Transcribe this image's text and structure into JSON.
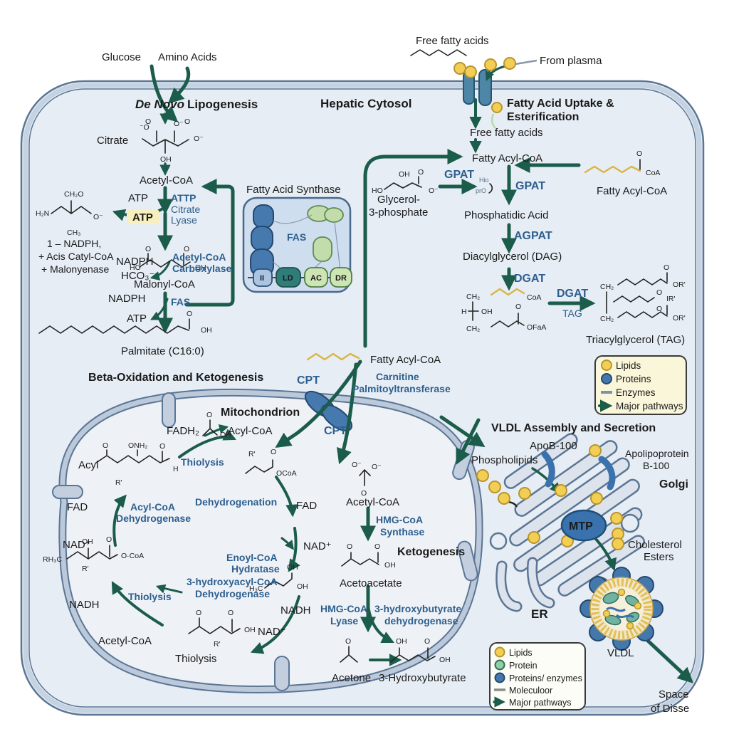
{
  "colors": {
    "pathway_green": "#1b5c4b",
    "enzyme_blue": "#2e5f8e",
    "lipid_yellow": "#f2cf54",
    "protein_blue": "#4478ad",
    "membrane_stroke": "#5b7694",
    "membrane_band": "#c5d2e1",
    "cell_fill": "#e6edf5",
    "atp_highlight": "#f8efbe",
    "legend_top_bg": "#faf6da",
    "legend_bottom_bg": "#fbfdf6"
  },
  "t": {
    "glucose": "Glucose",
    "amino": "Amino Acids",
    "dnl_i": "De Novo",
    "dnl_r": "Lipogenesis",
    "cytosol": "Hepatic Cytosol",
    "ffa": "Free fatty acids",
    "from_plasma": "From plasma",
    "uptake1": "Fatty Acid Uptake &",
    "uptake2": "Esterification",
    "facoa": "Fatty Acyl-CoA",
    "citrate": "Citrate",
    "acetylcoa": "Acetyl-CoA",
    "atp": "ATP",
    "attp": "ATTP",
    "cl1": "Citrate",
    "cl2": "Lyase",
    "nadph": "NADPH",
    "hco3": "HCO₃⁻",
    "acc1": "Acetyl-CoA",
    "acc2": "Carboxylase",
    "malonyl": "Malonyl-CoA",
    "fas": "FAS",
    "palmitate": "Palmitate (C16:0)",
    "note1": "1 – NADPH,",
    "note2": "+ Acis Catyl-CoA",
    "note3": "+ Malonyenase",
    "fas_title": "Fatty Acid Synthase",
    "g3p1": "Glycerol-",
    "g3p2": "3-phosphate",
    "gpat": "GPAT",
    "pa": "Phosphatidic Acid",
    "agpat": "AGPAT",
    "dag": "Diacylglycerol (DAG)",
    "dgat": "DGAT",
    "tag": "TAG",
    "tag_full": "Triacylglycerol (TAG)",
    "betaox_title": "Beta-Oxidation and Ketogenesis",
    "mito": "Mitochondrion",
    "fadh2": "FADH₂",
    "acylcoa": "Acyl-CoA",
    "thiolysis": "Thiolysis",
    "acyl": "Acyl",
    "fad": "FAD",
    "nad": "NAD⁺",
    "nadh": "NADH",
    "acd1": "Acyl-CoA",
    "acd2": "Dehydrogenase",
    "dehydrogenation": "Dehydrogenation",
    "ech1": "Enoyl-CoA",
    "ech2": "Hydratase",
    "hacd1": "3-hydroxyacyl-CoA",
    "hacd2": "Dehydrogenase",
    "cpt": "CPT",
    "carn1": "Carnitine",
    "carn2": "Palmitoyltransferase",
    "keto": "Ketogenesis",
    "hmgs1": "HMG-CoA",
    "hmgs2": "Synthase",
    "acetoacetate": "Acetoacetate",
    "hmgl1": "HMG-CoA",
    "hmgl2": "Lyase",
    "bhd1": "3-hydroxybutyrate",
    "bhd2": "dehydrogenase",
    "acetone": "Acetone",
    "bhb": "3-Hydroxybutyrate",
    "vldl_title": "VLDL Assembly and Secretion",
    "apob": "ApoB-100",
    "apo1": "Apolipoprotein",
    "apo2": "B-100",
    "phospholipids": "Phospholipids",
    "golgi": "Golgi",
    "mtp": "MTP",
    "chol1": "Cholesterol",
    "chol2": "Esters",
    "er": "ER",
    "vldl": "VLDL",
    "space1": "Space",
    "space2": "of Disse"
  },
  "chem": {
    "o": "O",
    "oh": "OH",
    "ho": "HO",
    "om": "O⁻",
    "oml": "⁻O",
    "coa": "CoA",
    "ocoa": "OCoA",
    "odotcoa": "O·CoA",
    "ch2": "CH₂",
    "ch2o": "CH₂O",
    "ch3": "CH₃",
    "h2n": "H₂N",
    "h3c": "H₃C",
    "rh3c": "RH₃C",
    "h": "H",
    "r": "R'",
    "onh2": "ONH₂",
    "orp": "OR'",
    "irp": "IR'",
    "ofaa": "OFaA",
    "hio": "Hio",
    "pro": "prO"
  },
  "fas_domains": [
    {
      "label": "II"
    },
    {
      "label": "LD"
    },
    {
      "label": "AC"
    },
    {
      "label": "DR"
    }
  ],
  "legend_top": {
    "items": [
      {
        "label": "Lipids",
        "swatch": "lipid-yellow-circle"
      },
      {
        "label": "Proteins",
        "swatch": "protein-blue-circle"
      },
      {
        "label": "Enzymes",
        "swatch": "enzyme-line"
      },
      {
        "label": "Major pathways",
        "swatch": "green-arrow"
      }
    ]
  },
  "legend_bottom": {
    "items": [
      {
        "label": "Lipids",
        "swatch": "lipid-yellow-circle"
      },
      {
        "label": "Protein",
        "swatch": "protein-green-circle"
      },
      {
        "label": "Proteins/ enzymes",
        "swatch": "protein-blue-circle"
      },
      {
        "label": "Moleculoor",
        "swatch": "gray-line"
      },
      {
        "label": "Major pathways",
        "swatch": "green-arrow"
      }
    ]
  }
}
